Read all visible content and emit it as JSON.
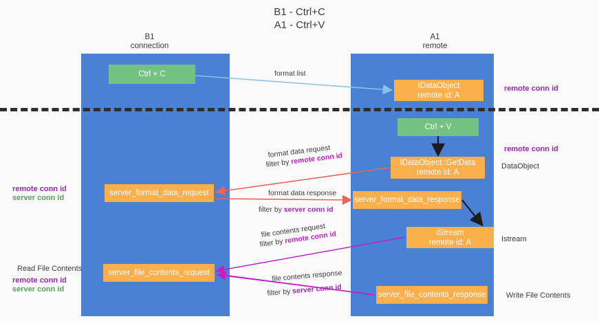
{
  "title": "B1 - Ctrl+C\nA1 - Ctrl+V",
  "columns": {
    "left": "B1\nconnection",
    "right": "A1\nremote"
  },
  "nodes": {
    "ctrl_c": "Ctrl + C",
    "data_object": "IDataObject",
    "data_object_sub": "remote id: A",
    "ctrl_v": "Ctrl + V",
    "get_data": "IDataObject::GetData",
    "get_data_sub": "remote id: A",
    "server_format_data_request": "server_format_data_request",
    "server_format_data_response": "server_format_data_response",
    "istream": "IStream",
    "istream_sub": "remote id: A",
    "server_file_contents_request": "server_file_contents_request",
    "server_file_contents_response": "server_file_contents_response"
  },
  "edges": {
    "format_list": "format list",
    "format_data_request": "format data request",
    "format_data_request_filter_prefix": "filter by ",
    "format_data_request_filter_key": "remote conn id",
    "format_data_response": "format data response",
    "format_data_response_filter_prefix": "filter by ",
    "format_data_response_filter_key": "server conn id",
    "file_contents_request": "file contents request",
    "file_contents_request_filter_prefix": "filter by ",
    "file_contents_request_filter_key": "remote conn id",
    "file_contents_response": "file contents response",
    "file_contents_response_filter_prefix": "filter by ",
    "file_contents_response_filter_key": "server conn id"
  },
  "annotations": {
    "right_remote_conn_id_top": "remote conn id",
    "right_remote_conn_id_mid": "remote conn id",
    "right_dataobject": "DataObject",
    "right_istream": "Istream",
    "right_write_file_contents": "Write File Contents",
    "left_remote_conn_id_top": "remote conn id",
    "left_server_conn_id_top": "server conn id",
    "left_read_file_contents": "Read File Contents",
    "left_remote_conn_id_bottom": "remote conn id",
    "left_server_conn_id_bottom": "server conn id"
  },
  "colors": {
    "lane": "#4a81d4",
    "green_node": "#73c282",
    "orange_node": "#fbaf4b",
    "purple_text": "#9b27b0",
    "green_text": "#57a05e",
    "magenta_edge": "#c21fc7",
    "red_edge": "#e8645c",
    "blue_edge": "#8cc2e8",
    "separator": "#2e2e2e"
  }
}
